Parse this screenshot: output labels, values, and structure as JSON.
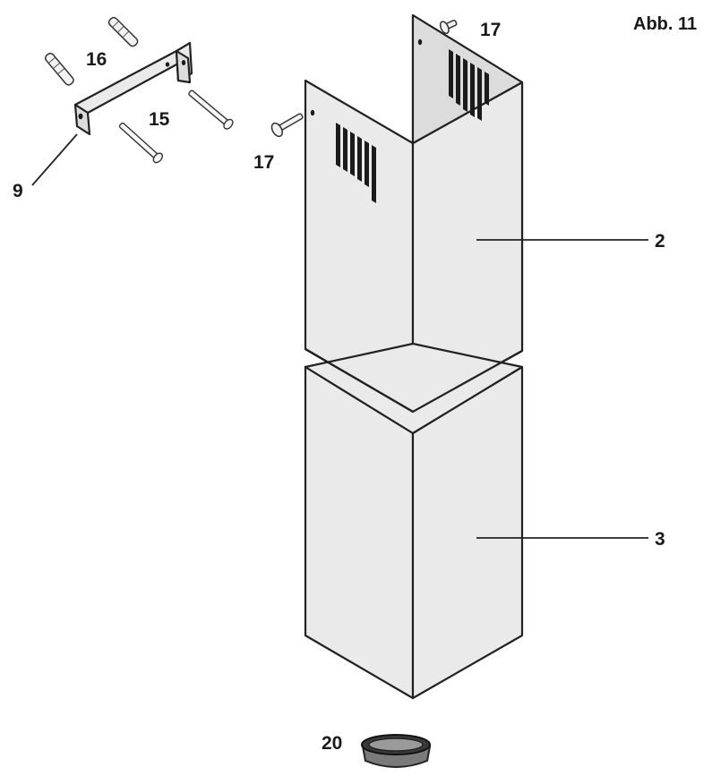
{
  "figure": {
    "label": "Abb. 11"
  },
  "parts": {
    "bracket": "9",
    "dowels": "16",
    "screws_wall": "15",
    "screws_duct": "17",
    "screws_duct_top": "17",
    "upper_duct": "2",
    "lower_duct": "3",
    "adapter_ring": "20"
  },
  "colors": {
    "panel": "#eaeaea",
    "outline": "#222222",
    "slots": "#1b1b1b"
  }
}
